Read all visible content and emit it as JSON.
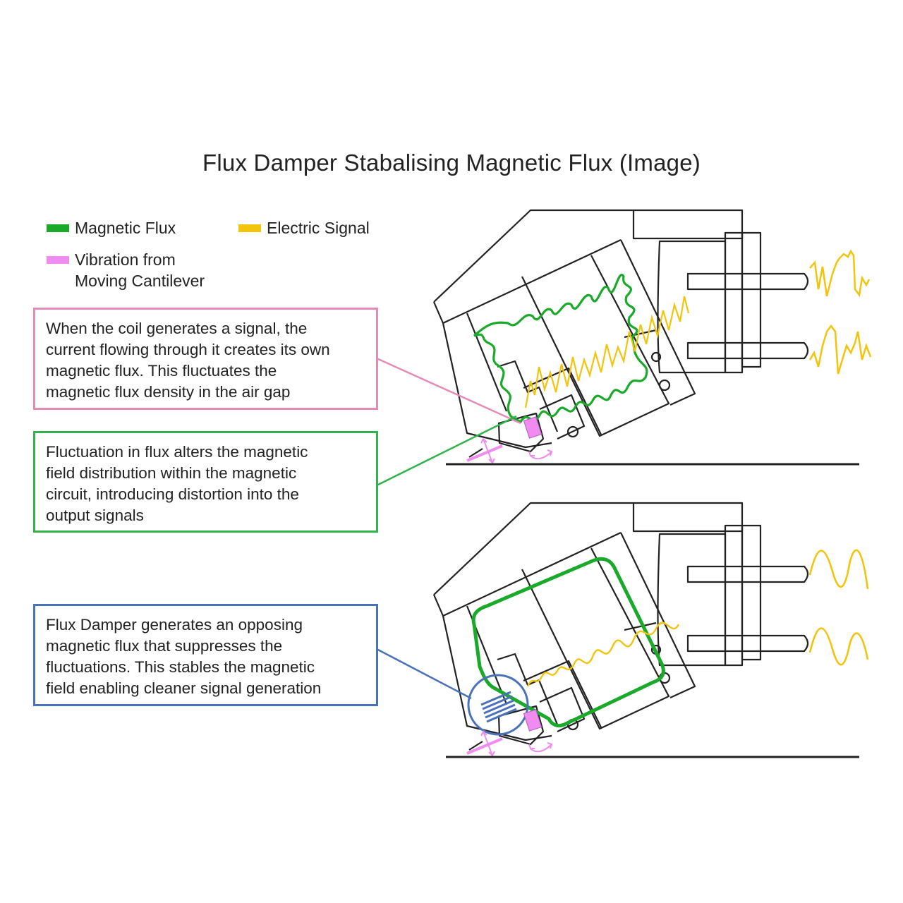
{
  "title": "Flux Damper Stabalising Magnetic Flux (Image)",
  "legend": {
    "magnetic_flux": {
      "label": "Magnetic Flux",
      "color": "#1aaa2a"
    },
    "electric_signal": {
      "label": "Electric Signal",
      "color": "#f2c40c"
    },
    "vibration": {
      "label_line1": "Vibration from",
      "label_line2": "Moving Cantilever",
      "color": "#f08cf0"
    }
  },
  "notes": [
    {
      "color": "#e58bb8",
      "lines": [
        "When the coil generates a signal, the",
        "current flowing through it creates its own",
        "magnetic flux. This fluctuates the",
        "magnetic flux density in the air gap"
      ]
    },
    {
      "color": "#2fb34a",
      "lines": [
        "Fluctuation in flux alters the magnetic",
        "field distribution within the magnetic",
        "circuit, introducing distortion into the",
        "output signals"
      ]
    },
    {
      "color": "#4a72b8",
      "lines": [
        "Flux Damper generates an opposing",
        "magnetic flux that suppresses the",
        "fluctuations. This stables the magnetic",
        "field enabling cleaner signal generation"
      ]
    }
  ],
  "panels": [
    {
      "name": "without-flux-damper",
      "flux": "fluctuating",
      "signal": "distorted"
    },
    {
      "name": "with-flux-damper",
      "flux": "stable",
      "signal": "clean"
    }
  ]
}
